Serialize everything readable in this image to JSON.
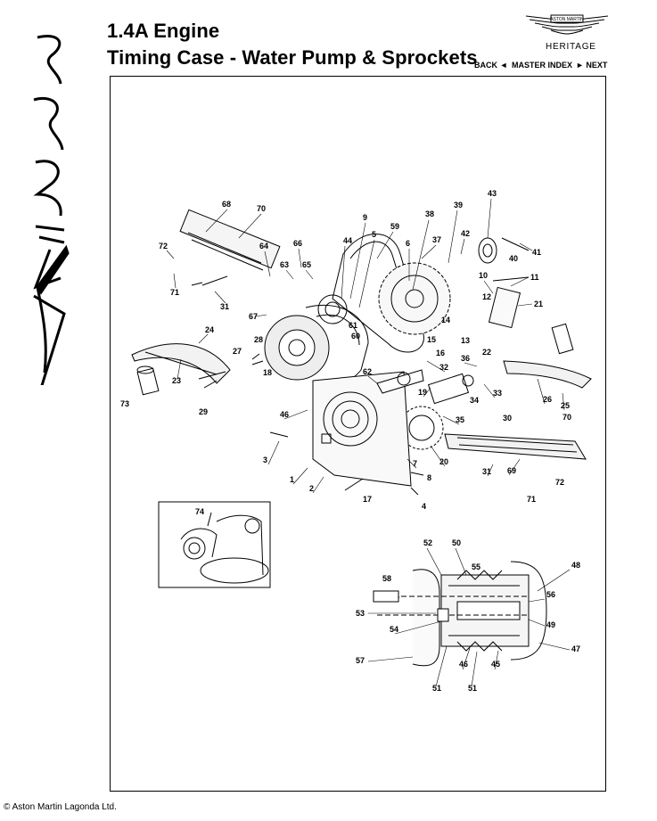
{
  "header": {
    "section_title": "1.4A Engine",
    "page_title": "Timing Case - Water Pump & Sprockets",
    "side_logo_text": "Virage"
  },
  "brand": {
    "badge_text": "ASTON MARTIN",
    "subtitle": "HERITAGE"
  },
  "nav": {
    "back_label": "BACK ◄",
    "master_index_label": "MASTER INDEX",
    "next_label": "► NEXT"
  },
  "diagram": {
    "callouts": [
      "68",
      "70",
      "72",
      "71",
      "64",
      "66",
      "63",
      "65",
      "31",
      "67",
      "9",
      "5",
      "59",
      "38",
      "39",
      "43",
      "42",
      "40",
      "41",
      "6",
      "37",
      "44",
      "10",
      "11",
      "12",
      "21",
      "61",
      "60",
      "14",
      "13",
      "15",
      "16",
      "22",
      "24",
      "27",
      "28",
      "73",
      "23",
      "29",
      "18",
      "62",
      "36",
      "32",
      "19",
      "33",
      "34",
      "35",
      "30",
      "26",
      "25",
      "46",
      "3",
      "1",
      "2",
      "17",
      "7",
      "8",
      "4",
      "20",
      "31",
      "69",
      "70",
      "72",
      "71",
      "74",
      "52",
      "50",
      "55",
      "48",
      "58",
      "53",
      "54",
      "56",
      "49",
      "47",
      "57",
      "46",
      "45",
      "51",
      "51"
    ]
  },
  "footer": {
    "copyright": "© Aston Martin Lagonda Ltd."
  }
}
